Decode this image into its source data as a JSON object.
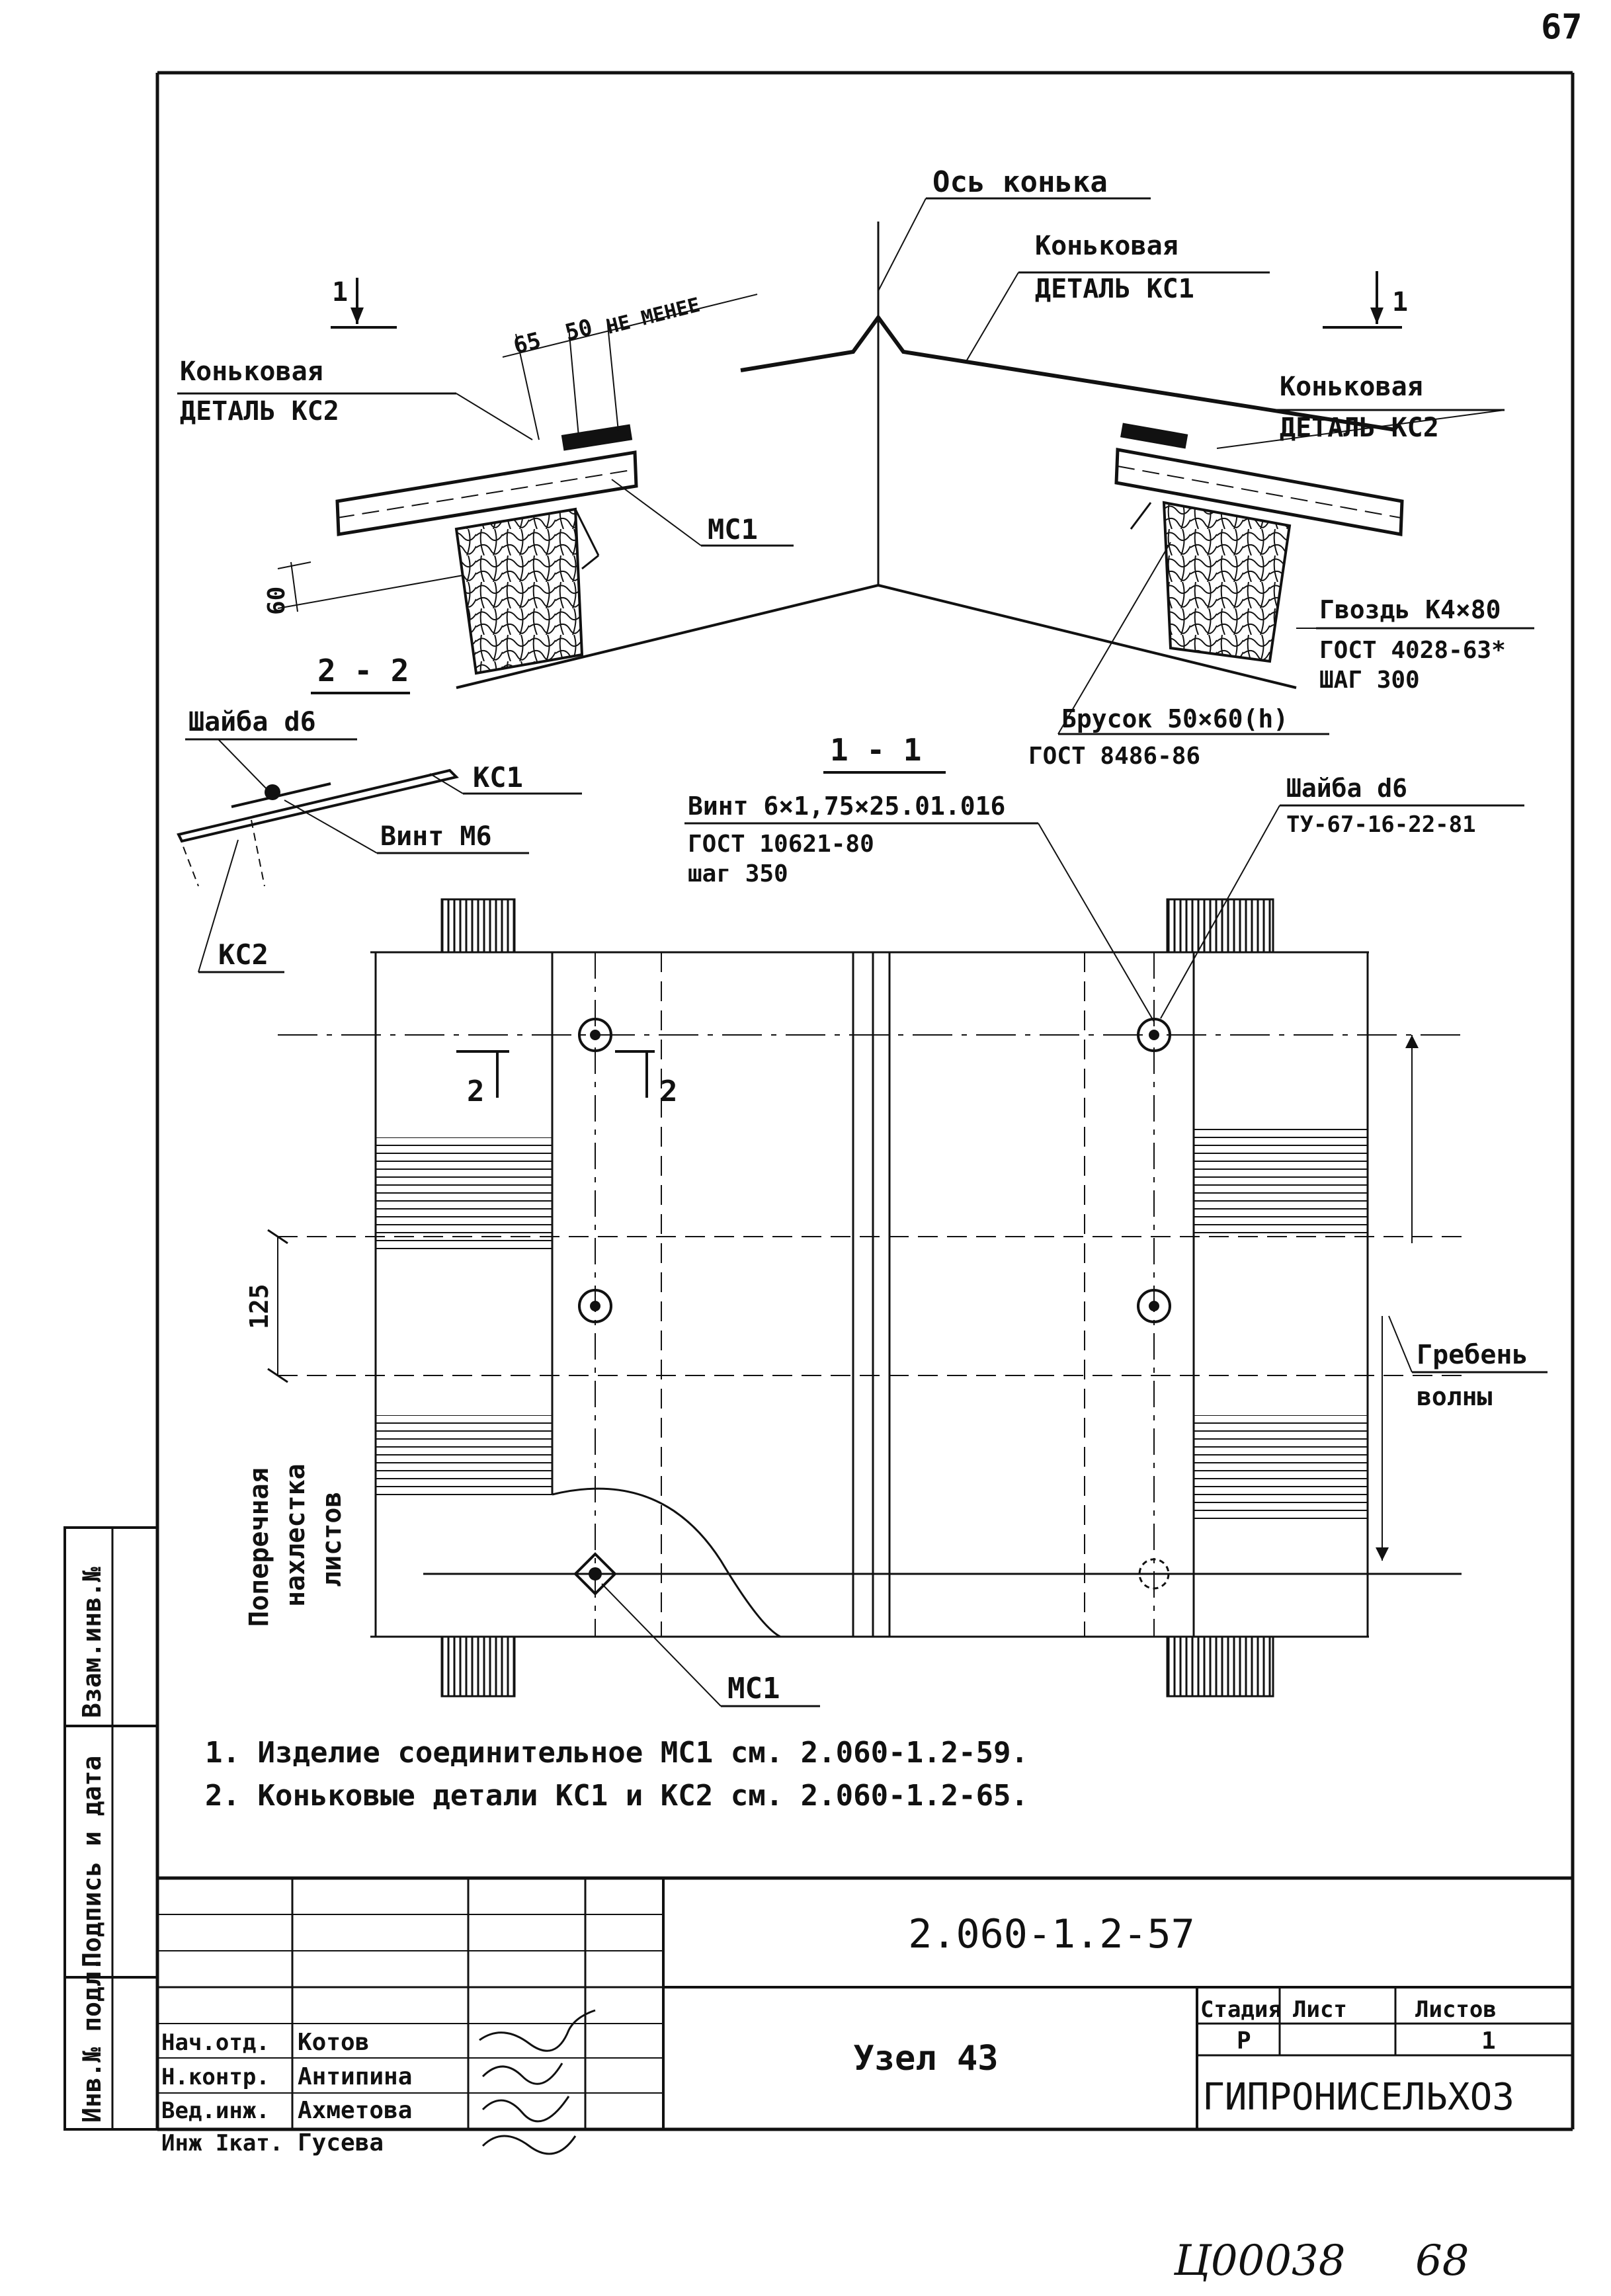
{
  "page_number_top": "67",
  "labels": {
    "ridge_axis": "Ось конька",
    "ks1_title_l1": "Коньковая",
    "ks1_title_l2": "ДЕТАЛЬ КС1",
    "ks2_left_l1": "Коньковая",
    "ks2_left_l2": "ДЕТАЛЬ КС2",
    "ks2_right_l1": "Коньковая",
    "ks2_right_l2": "ДЕТАЛЬ КС2",
    "dim_65": "65",
    "dim_50": "50",
    "dim_not_less": "НЕ МЕНЕЕ",
    "dim_60": "60",
    "mc1_top": "МС1",
    "nail_l1": "Гвоздь К4×80",
    "nail_l2": "ГОСТ 4028-63*",
    "nail_l3": "ШАГ 300",
    "bar_l1": "Брусок 50×60(h)",
    "bar_l2": "ГОСТ 8486-86",
    "section_1_left": "1",
    "section_1_right": "1",
    "section_22_title": "2 - 2",
    "washer_left": "Шайба d6",
    "ks1_small": "КС1",
    "screw_m6": "Винт М6",
    "ks2_small": "КС2",
    "section_11_title": "1 - 1",
    "screw_l1": "Винт 6×1,75×25.01.016",
    "screw_l2": "ГОСТ 10621-80",
    "screw_l3": "шаг 350",
    "washer_right_l1": "Шайба d6",
    "washer_right_l2": "ТУ-67-16-22-81",
    "cut_2_left": "2",
    "cut_2_right": "2",
    "dim_125": "125",
    "overlap_l1": "Поперечная",
    "overlap_l2": "нахлестка",
    "overlap_l3": "листов",
    "crest_l1": "Гребень",
    "crest_l2": "волны",
    "mc1_bottom": "МС1"
  },
  "notes": [
    "1. Изделие соединительное МС1 см. 2.060-1.2-59.",
    "2. Коньковые детали КС1 и КС2 см. 2.060-1.2-65."
  ],
  "side_stamp": {
    "col1": "Взам.инв.№",
    "col2": "Подпись и дата",
    "col3": "Инв.№ подл."
  },
  "title_block": {
    "doc_code": "2.060-1.2-57",
    "title": "Узел 43",
    "org": "ГИПРОНИСЕЛЬХОЗ",
    "stage_header": "Стадия",
    "sheet_header": "Лист",
    "sheets_header": "Листов",
    "stage_value": "Р",
    "sheets_value": "1",
    "staff": [
      {
        "role": "Нач.отд.",
        "name": "Котов"
      },
      {
        "role": "Н.контр.",
        "name": "Антипина"
      },
      {
        "role": "Вед.инж.",
        "name": "Ахметова"
      },
      {
        "role": "Инж Iкат.",
        "name": "Гусева"
      }
    ]
  },
  "footer": {
    "archive_code": "Ц00038",
    "page_number": "68"
  }
}
